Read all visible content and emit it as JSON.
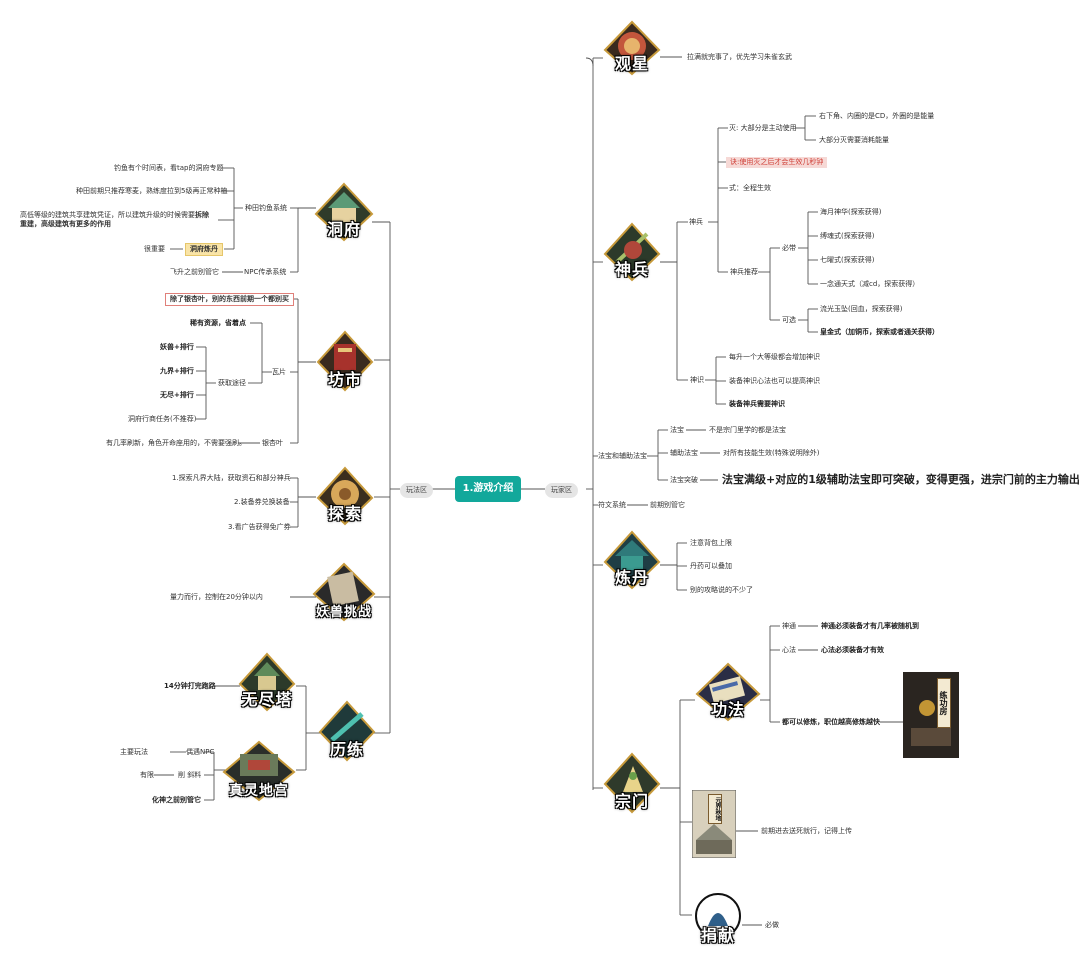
{
  "root": "1.游戏介绍",
  "branches": {
    "left": "玩法区",
    "right": "玩家区"
  },
  "icons": {
    "guanxing": "观星",
    "shenbing": "神兵",
    "dongfu": "洞府",
    "fangshi": "坊市",
    "tansuo": "探索",
    "yaoshou": "妖兽挑战",
    "lilian": "历练",
    "wujinta": "无尽塔",
    "zhenling": "真灵地宫",
    "zhudan": "炼丹",
    "gongfa": "功法",
    "zongmen": "宗门",
    "juanxian": "捐献",
    "liangongfang": "练功房",
    "zhengjiaoshi": "元界秋地"
  },
  "right": {
    "guanxing_note": "拉满就完事了，优先学习朱雀玄武",
    "shenbing": {
      "node1": "神兵",
      "mie_label": "灭: 大部分是主动使用",
      "mie_note1": "右下角、内圈的是CD，外圈的是能量",
      "mie_note2": "大部分灭需要消耗能量",
      "jue_label": "诀:使用灭之后才会生效几秒钟",
      "shi_label": "式：全程生效",
      "tuijian": "神兵推荐",
      "bixuan": "必带",
      "bx1": "海月神华(探索获得)",
      "bx2": "缚魂式(探索获得)",
      "bx3": "七曜式(探索获得)",
      "bx4": "一念通天式（减cd，探索获得）",
      "kexuan": "可选",
      "kx1": "流光玉坠(回血，探索获得)",
      "kx2": "皇金式（加铜币，探索或者通关获得）",
      "shenshi": "神识",
      "ss1": "每升一个大等级都会增加神识",
      "ss2": "装备神识心法也可以提高神识",
      "ss3": "装备神兵需要神识"
    },
    "fabao": {
      "label": "法宝和辅助法宝",
      "fb": "法宝",
      "fb_note": "不是宗门里学的都是法宝",
      "fz": "辅助法宝",
      "fz_note": "对所有技能生效(特殊说明除外)",
      "tp": "法宝突破",
      "tp_note": "法宝满级+对应的1级辅助法宝即可突破，变得更强，进宗门前的主力输出"
    },
    "fuwen": {
      "label": "符文系统",
      "note": "前期别管它"
    },
    "zhudan_notes": [
      "注意背包上限",
      "丹药可以叠加",
      "别的攻略说的不少了"
    ],
    "gongfa": {
      "st": "神通",
      "st_note": "神通必须装备才有几率被随机到",
      "xf": "心法",
      "xf_note": "心法必须装备才有效",
      "xl": "都可以修炼，职位越高修炼越快"
    },
    "zongmen_note": "前期进去送死就行，记得上传",
    "juanxian_note": "必做"
  },
  "left": {
    "dongfu": {
      "zhongtian": "种田钓鱼系统",
      "zt1": "钓鱼有个时间表，看tap的洞府专题",
      "zt2": "种田前期只推荐寒麦，熟练度拉到5级再正常种植",
      "zt3a": "高低等级的建筑共享建筑凭证，所以建筑升级的时候需要",
      "zt3b": "拆除重建",
      "zt3c": "，高级建筑有更多的作用",
      "zt4": "洞府炼丹",
      "zt4_pre": "很重要",
      "npc": "NPC传承系统",
      "npc_pre": "飞升之前别管它"
    },
    "fangshi": {
      "top_note": "除了银杏叶，别的东西前期一个都别买",
      "wapian": "瓦片",
      "xiyou": "稀有资源，省着点",
      "huoqu": "获取途径",
      "hq1": "妖兽+排行",
      "hq2": "九界+排行",
      "hq3": "无尽+排行",
      "hq4": "洞府行商任务(不推荐)",
      "yinxing": "银杏叶",
      "yx_note": "有几率刷新，角色开命座用的，不需要强刷。"
    },
    "tansuo": [
      "1.探索凡界大陆，获取资石和部分神兵",
      "2.装备券兑换装备",
      "3.看广告获得免广券"
    ],
    "yaoshou_note": "量力而行，控制在20分钟以内",
    "lilian": {
      "wj_note": "14分钟打完跑路",
      "zl_main": "主要玩法",
      "zl_main_note": "偶遇NPC",
      "zl_limit": "有限",
      "zl_limit_note": "削 斜料",
      "zl_later": "化神之前别管它"
    }
  }
}
